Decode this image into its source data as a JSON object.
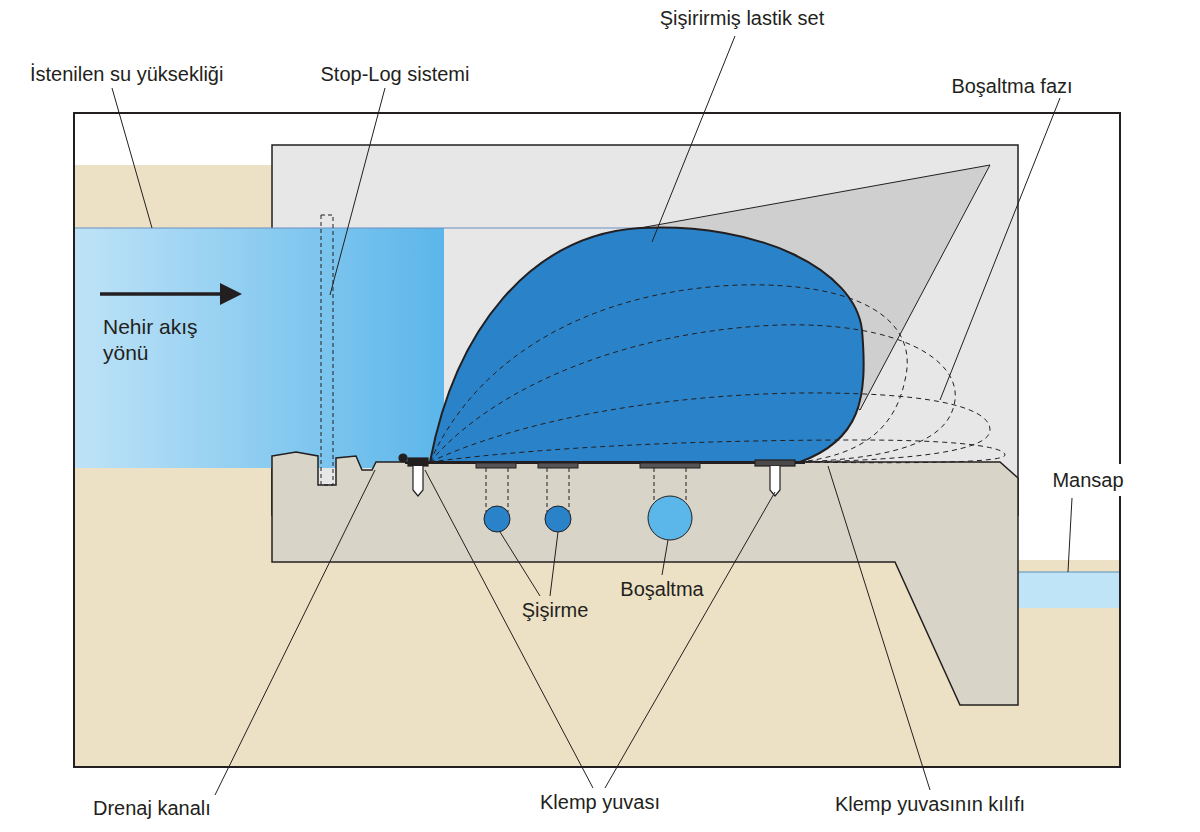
{
  "diagram": {
    "labels": [
      "İstenilen su yüksekliği",
      "Stop-Log sistemi",
      "Şişirirmiş lastik set",
      "Boşaltma fazı",
      "Nehir akış yönü",
      "Mansap",
      "Şişirme",
      "Boşaltma",
      "Drenaj kanalı",
      "Klemp yuvası",
      "Klemp yuvasının kılıfı"
    ]
  }
}
